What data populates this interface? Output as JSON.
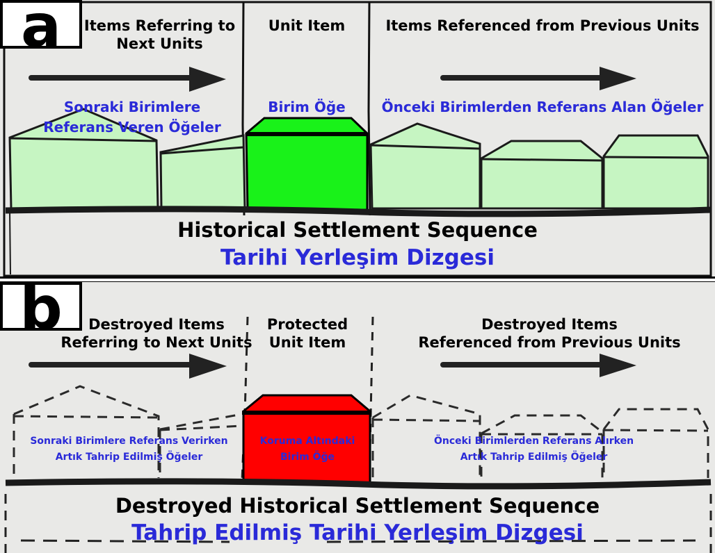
{
  "panel_a": {
    "letter": "a",
    "col_left": "Items Referring to\nNext Units",
    "col_center": "Unit Item",
    "col_right": "Items Referenced from Previous Units",
    "label_left_tr": "Sonraki Birimlere\nReferans Veren Öğeler",
    "label_center_tr": "Birim Öğe",
    "label_right_tr": "Önceki Birimlerden Referans Alan Öğeler",
    "sequence_en": "Historical Settlement Sequence",
    "sequence_tr": "Tarihi Yerleşim Dizgesi",
    "unit_color": "#19f219",
    "item_color": "#c6f5c2"
  },
  "panel_b": {
    "letter": "b",
    "col_left": "Destroyed Items\nReferring to Next Units",
    "col_center": "Protected\nUnit Item",
    "col_right": "Destroyed Items\nReferenced from Previous Units",
    "label_left_tr": "Sonraki Birimlere Referans Verirken\nArtık Tahrip Edilmiş Öğeler",
    "label_center_tr": "Koruma Altındaki\nBirim Öğe",
    "label_right_tr": "Önceki Birimlerden Referans Alırken\nArtık Tahrip Edilmiş Öğeler",
    "sequence_en": "Destroyed Historical Settlement Sequence",
    "sequence_tr": "Tahrip Edilmiş Tarihi Yerleşim Dizgesi",
    "unit_color": "#ff0000"
  }
}
